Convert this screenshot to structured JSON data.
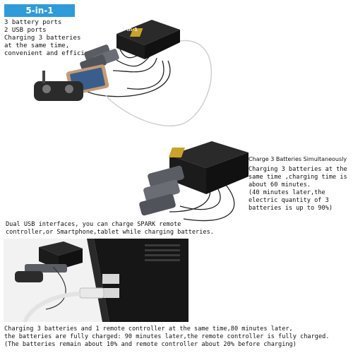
{
  "badge": {
    "label": "5-in-1"
  },
  "features": [
    "3 battery ports",
    "2 USB ports",
    "Charging 3 batteries",
    "at the same time,",
    "convenient and efficient"
  ],
  "device_label": {
    "brand": "5-in-1"
  },
  "charge3": {
    "title": "Charge 3 Batteries Simultaneously",
    "lines": [
      "Charging 3 batteries at the",
      "same time ,charging time is",
      "about 60 minutes.",
      "(40 minutes later,the",
      "electric quantity of 3",
      "batteries is up to 90%)"
    ]
  },
  "dual_usb": {
    "lines": [
      "Dual USB interfaces, you can charge SPARK remote",
      "controller,or Smartphone,tablet while charging batteries."
    ]
  },
  "bottom": {
    "lines": [
      "Charging 3 batteries and 1 remote controller at the same time,80 minutes later,",
      "the batteries are fully charged: 90 minutes later,the remote controller is fully charged.",
      "(The batteries remain about 10% and remote controller about 20% before charging)"
    ]
  },
  "colors": {
    "accent": "#2f9bd8",
    "hub": "#1c1c1c",
    "gold": "#c9a227",
    "battery": "#5a5d63"
  }
}
